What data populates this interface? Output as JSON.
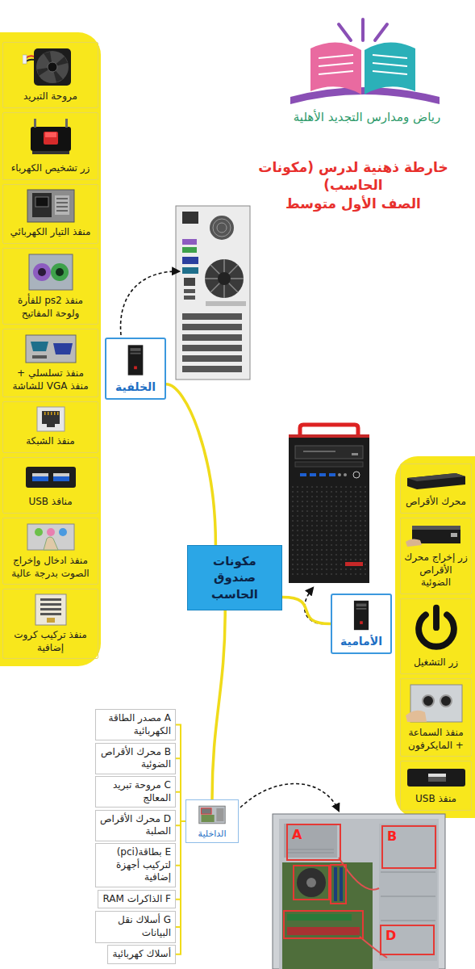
{
  "diagram": {
    "title": "خارطة ذهنية لدرس (مكونات الحاسب)",
    "nodes": [
      {
        "text": [
          "مكونات صندوق الحاسب"
        ]
      },
      {
        "text": [
          "الخلفية"
        ]
      },
      {
        "text": [
          "الأمامية"
        ]
      },
      {
        "text": [
          "الداخلية"
        ]
      },
      {
        "text": [
          "مروحة التبريد"
        ]
      },
      {
        "text": [
          "زر تشخيص الكهرباء"
        ]
      },
      {
        "text": [
          "منفذ التيار الكهربائي"
        ]
      },
      {
        "text": [
          "منفذ ps2 للفأرة ولوحة المفاتيح"
        ]
      },
      {
        "text": [
          "منفذ تسلسلي + منفذ VGA للشاشة"
        ]
      },
      {
        "text": [
          "منفذ الشبكة"
        ]
      },
      {
        "text": [
          "منافذ USB"
        ]
      },
      {
        "text": [
          "منفذ ادخال وإخراج الصوت بدرجة عالية"
        ]
      },
      {
        "text": [
          "منفذ تركيب كروت إضافية"
        ]
      },
      {
        "text": [
          "محرك الأقراص"
        ]
      },
      {
        "text": [
          "زر إخراج محرك الأقراص الضوئية"
        ]
      },
      {
        "text": [
          "زر التشغيل"
        ]
      },
      {
        "text": [
          "منفذ السماعة + المايكرفون"
        ]
      },
      {
        "text": [
          "منفذ USB"
        ]
      },
      {
        "text": [
          "A مصدر الطاقة الكهربائية"
        ]
      },
      {
        "text": [
          "B محرك الأقراص الضوئية"
        ]
      },
      {
        "text": [
          "C مروحة تبريد المعالج"
        ]
      },
      {
        "text": [
          "D محرك الأقراص الصلبة"
        ]
      },
      {
        "text": [
          "E بطاقة(pci) لتركيب أجهزة إضافية"
        ]
      },
      {
        "text": [
          "F الذاكرات RAM"
        ]
      },
      {
        "text": [
          "G أسلاك نقل البيانات"
        ]
      },
      {
        "text": [
          "أسلاك كهربائية"
        ]
      }
    ],
    "edges": [
      {
        "from": 0,
        "to": 1,
        "arrow": "none"
      },
      {
        "from": 0,
        "to": 2,
        "arrow": "none"
      },
      {
        "from": 0,
        "to": 3,
        "arrow": "none"
      },
      {
        "from": 3,
        "to": 18,
        "arrow": "none"
      },
      {
        "from": 3,
        "to": 19,
        "arrow": "none"
      },
      {
        "from": 3,
        "to": 20,
        "arrow": "none"
      },
      {
        "from": 3,
        "to": 21,
        "arrow": "none"
      },
      {
        "from": 3,
        "to": 22,
        "arrow": "none"
      },
      {
        "from": 3,
        "to": 23,
        "arrow": "none"
      },
      {
        "from": 3,
        "to": 24,
        "arrow": "none"
      },
      {
        "from": 3,
        "to": 25,
        "arrow": "none"
      }
    ],
    "labels": [
      "رياض ومدارس التجديد الأهلية",
      "الصف الأول متوسط",
      "A",
      "B",
      "D"
    ]
  }
}
